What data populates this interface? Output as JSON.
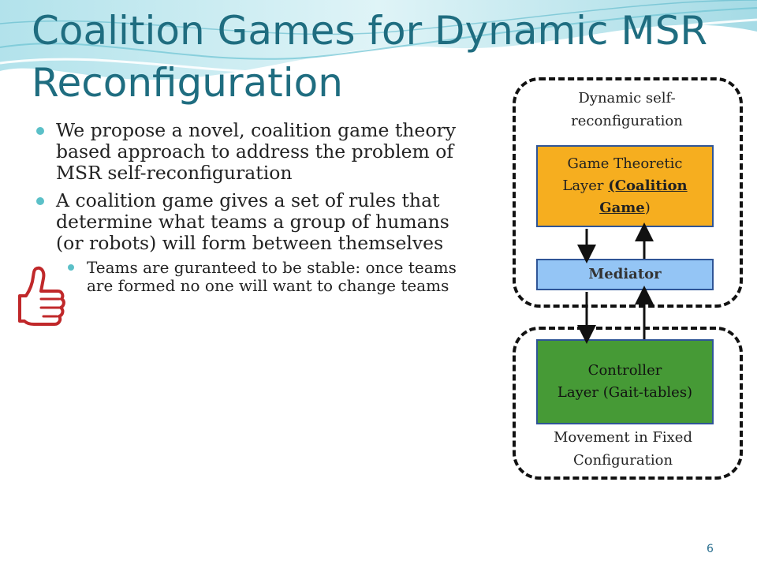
{
  "slide": {
    "title": "Coalition Games for Dynamic MSR Reconfiguration",
    "bullets": [
      "We propose a novel, coalition game theory based approach to address the problem of MSR self-reconfiguration",
      "A coalition game gives a set of rules that determine what teams a group of humans (or robots) will form between themselves"
    ],
    "sub_bullets": [
      "Teams are guranteed to be stable: once teams are formed no one will want to change teams"
    ],
    "page_number": "6"
  },
  "diagram": {
    "top_region_label_line1": "Dynamic self-",
    "top_region_label_line2": "reconfiguration",
    "game_box_line1": "Game Theoretic",
    "game_box_line2_prefix": "Layer ",
    "game_box_line2_underlined": "(Coalition",
    "game_box_line3_underlined": "Game",
    "game_box_line3_suffix": ")",
    "mediator_label": "Mediator",
    "controller_line1": "Controller",
    "controller_line2": "Layer (Gait-tables)",
    "bottom_region_label_line1": "Movement in Fixed",
    "bottom_region_label_line2": "Configuration"
  },
  "colors": {
    "title": "#1f6d80",
    "game_box": "#f6ae1f",
    "mediator_box": "#94c5f5",
    "controller_box": "#469a36",
    "bullet_dot": "#5bc0c8"
  },
  "icons": [
    "thumbs-up-icon"
  ]
}
